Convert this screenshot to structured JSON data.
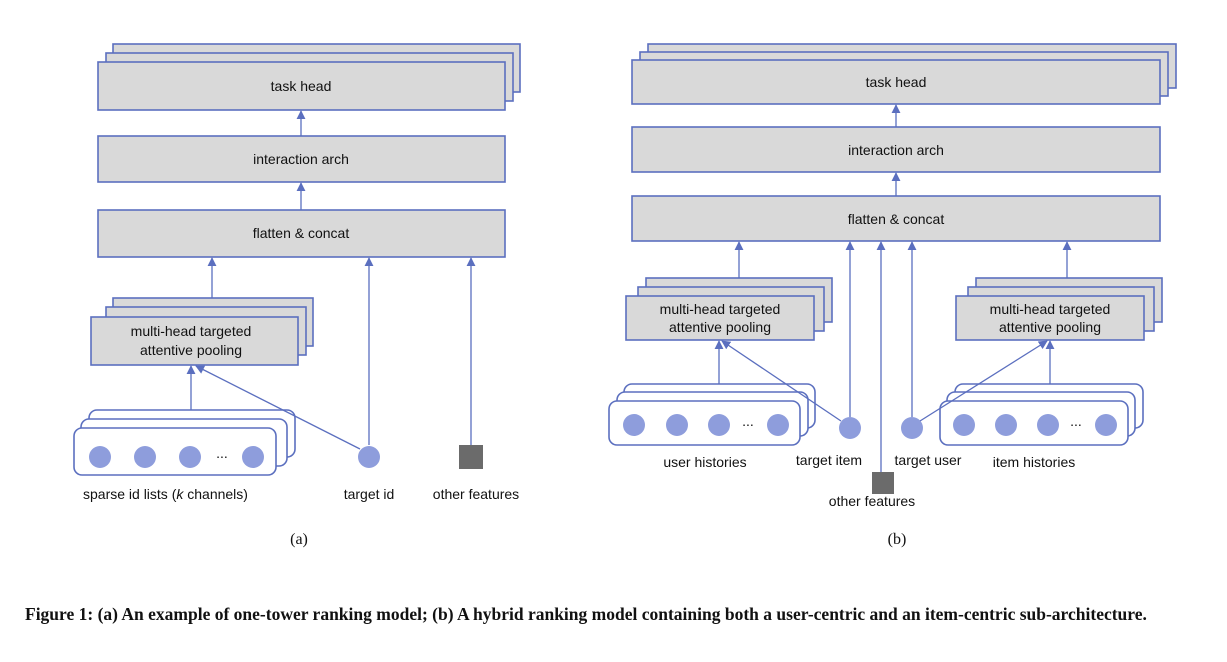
{
  "panel_a": {
    "task_head": "task head",
    "interaction_arch": "interaction arch",
    "flatten_concat": "flatten & concat",
    "pooling_line1": "multi-head targeted",
    "pooling_line2": "attentive pooling",
    "ellipsis": "...",
    "sparse_label_prefix": "sparse id lists (",
    "sparse_label_k": "k",
    "sparse_label_suffix": " channels)",
    "target_id": "target id",
    "other_features": "other features",
    "sublabel": "(a)"
  },
  "panel_b": {
    "task_head": "task head",
    "interaction_arch": "interaction arch",
    "flatten_concat": "flatten & concat",
    "pooling_line1": "multi-head targeted",
    "pooling_line2": "attentive pooling",
    "ellipsis": "...",
    "user_histories": "user histories",
    "target_item": "target item",
    "target_user": "target user",
    "item_histories": "item histories",
    "other_features": "other features",
    "sublabel": "(b)"
  },
  "caption": "Figure 1: (a) An example of one-tower ranking model; (b) A hybrid ranking model containing both a user-centric and an item-centric sub-architecture."
}
